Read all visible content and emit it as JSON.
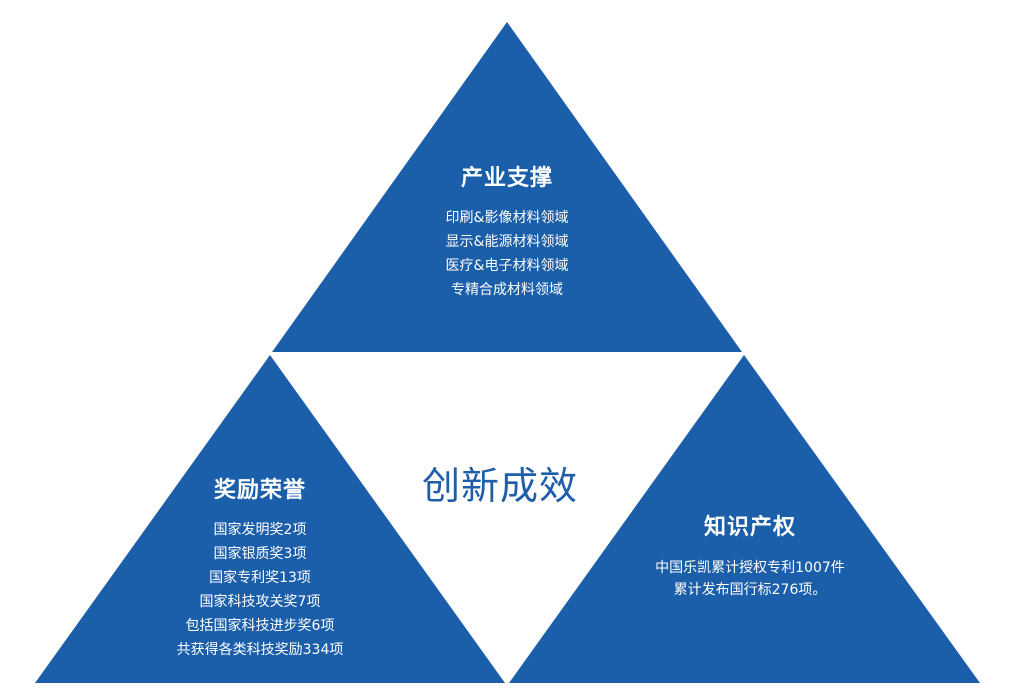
{
  "colors": {
    "triangle": "#1b5ea9",
    "center_text": "#1f5ea8",
    "text": "#ffffff"
  },
  "center": {
    "label": "创新成效"
  },
  "top": {
    "title": "产业支撑",
    "lines": [
      "印刷&影像材料领域",
      "显示&能源材料领域",
      "医疗&电子材料领域",
      "专精合成材料领域"
    ]
  },
  "left": {
    "title": "奖励荣誉",
    "lines": [
      "国家发明奖2项",
      "国家银质奖3项",
      "国家专利奖13项",
      "国家科技攻关奖7项",
      "包括国家科技进步奖6项",
      "共获得各类科技奖励334项"
    ]
  },
  "right": {
    "title": "知识产权",
    "lines": [
      "中国乐凯累计授权专利1007件",
      "累计发布国行标276项。"
    ]
  }
}
